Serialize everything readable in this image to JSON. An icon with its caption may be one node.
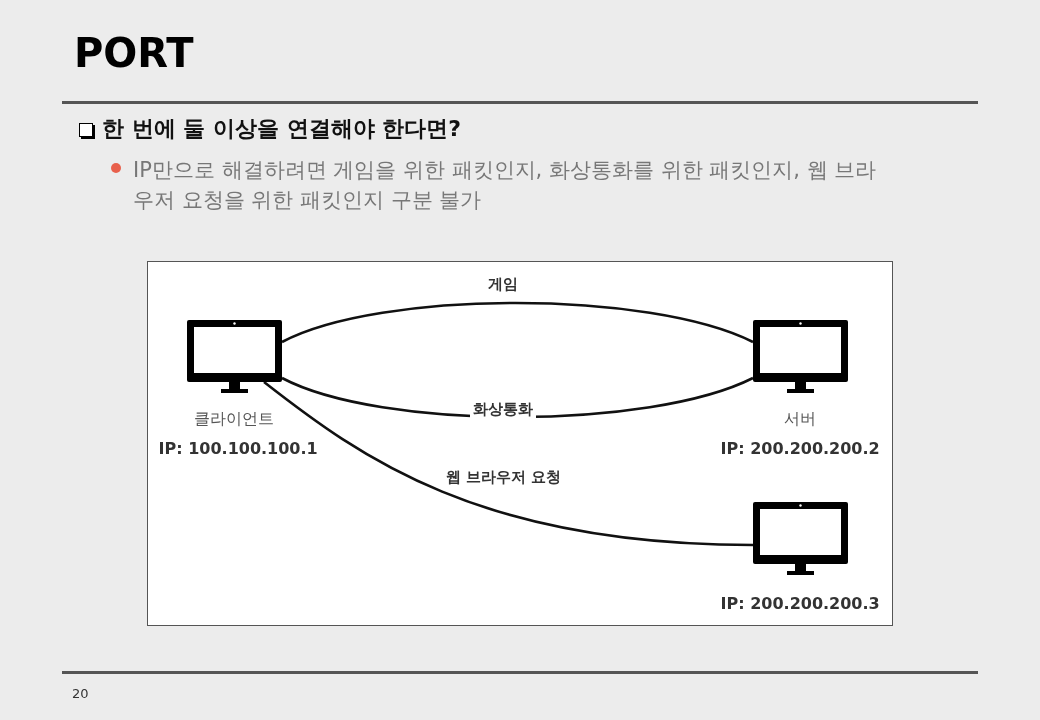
{
  "diagram": {
    "title": "PORT",
    "nodes": [
      {
        "text": [],
        "shape": "monitor",
        "beside": [
          "클라이언트",
          "IP: 100.100.100.1"
        ]
      },
      {
        "text": [],
        "shape": "monitor",
        "beside": [
          "서버",
          "IP: 200.200.200.2"
        ]
      },
      {
        "text": [],
        "shape": "monitor",
        "beside": [
          "IP: 200.200.200.3"
        ]
      }
    ],
    "edges": [
      {
        "from": 0,
        "to": 1,
        "arrow": "none",
        "label": "게임"
      },
      {
        "from": 0,
        "to": 1,
        "arrow": "none",
        "label": "화상통화"
      },
      {
        "from": 0,
        "to": 2,
        "arrow": "none",
        "label": "웹 브라우저 요청"
      }
    ],
    "labels": [
      "한 번에 둘 이상을 연결해야 한다면?",
      "IP만으로 해결하려면 게임을 위한 패킷인지, 화상통화를 위한 패킷인지, 웹 브라우저 요청을 위한 패킷인지 구분 불가",
      "20"
    ]
  }
}
